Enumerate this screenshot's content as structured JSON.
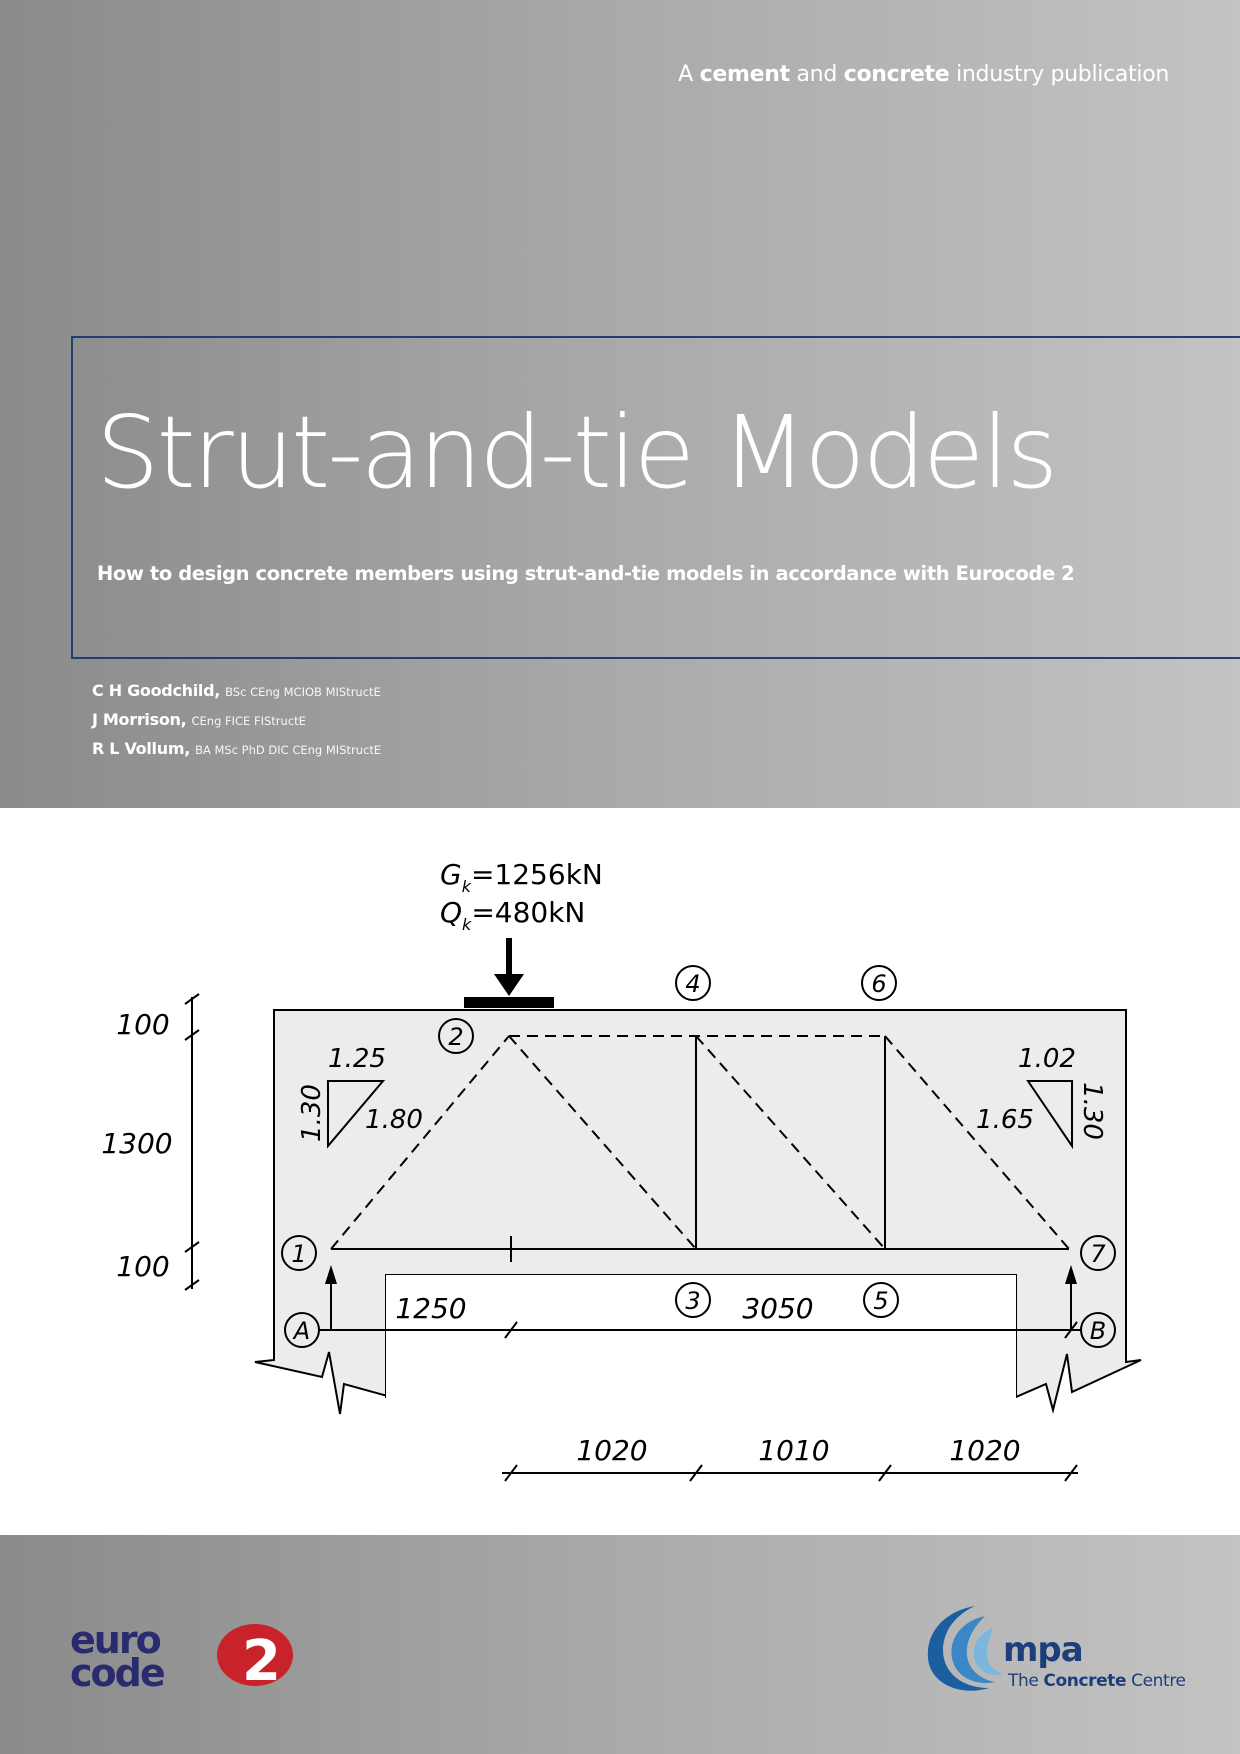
{
  "header": {
    "tagline_pre": "A ",
    "tagline_b1": "cement",
    "tagline_mid": " and ",
    "tagline_b2": "concrete",
    "tagline_post": " industry publication"
  },
  "title": "Strut-and-tie Models",
  "subtitle": "How to design concrete members using strut-and-tie models in accordance with Eurocode 2",
  "authors": [
    {
      "name": "C H Goodchild,",
      "quals": "BSc CEng MCIOB MIStructE"
    },
    {
      "name": "J Morrison,",
      "quals": "CEng FICE FIStructE"
    },
    {
      "name": "R L Vollum,",
      "quals": "BA MSc PhD DIC CEng MIStructE"
    }
  ],
  "figure": {
    "load_g": "G",
    "load_g_sub": "k",
    "load_g_val": "=1256kN",
    "load_q": "Q",
    "load_q_sub": "k",
    "load_q_val": "=480kN",
    "nodes": [
      "1",
      "2",
      "3",
      "4",
      "5",
      "6",
      "7"
    ],
    "supports": [
      "A",
      "B"
    ],
    "slope_left": {
      "run": "1.25",
      "rise": "1.30",
      "hyp": "1.80"
    },
    "slope_right": {
      "run": "1.02",
      "rise": "1.30",
      "hyp": "1.65"
    },
    "dims_vertical": [
      "100",
      "1300",
      "100"
    ],
    "dims_horizontal_mid": [
      "1250",
      "3050"
    ],
    "dims_horizontal_bottom": [
      "1020",
      "1010",
      "1020"
    ]
  },
  "footer": {
    "eurocode_logo_text": "euro code 2",
    "mpa": "mpa",
    "concrete_centre_pre": "The ",
    "concrete_centre_b": "Concrete",
    "concrete_centre_post": " Centre"
  },
  "colors": {
    "band_dark": "#8a8a8a",
    "band_light": "#c3c3c3",
    "frame_navy": "#1f3f6e",
    "eurocode_navy": "#2a2a6e",
    "eurocode_red": "#c8222a",
    "mpa_blue": "#1c3f7c"
  }
}
